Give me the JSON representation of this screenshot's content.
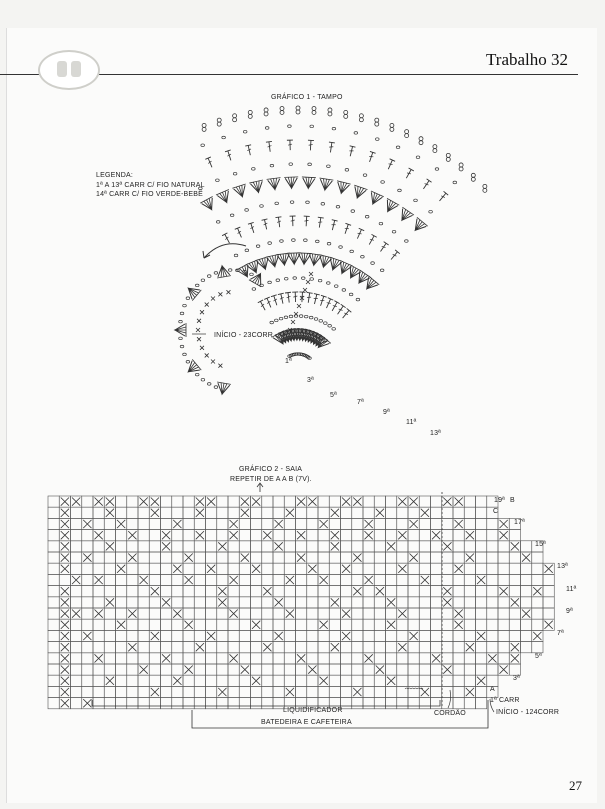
{
  "header": {
    "title": "Trabalho 32",
    "page_number": "27"
  },
  "logo": {
    "icon": "logo-emblem-icon"
  },
  "chart1": {
    "title": "GRÁFICO 1 - TAMPO",
    "legend_title": "LEGENDA:",
    "legend_line1": "1ª A 13ª CARR C/ FIO NATURAL",
    "legend_line2": "14ª CARR C/ FIO VERDE-BEBÊ",
    "start_label": "INÍCIO - 23CORR",
    "row_labels": [
      "1ª",
      "3ª",
      "5ª",
      "7ª",
      "9ª",
      "11ª",
      "13ª"
    ]
  },
  "chart2": {
    "title": "GRÁFICO 2 - SAIA",
    "subtitle": "REPETIR DE A A B (7V).",
    "row_labels": [
      "19ª",
      "17ª",
      "15ª",
      "13ª",
      "11ª",
      "9ª",
      "7ª",
      "5ª",
      "3ª",
      "1ª CARR"
    ],
    "marker_b": "B",
    "marker_c": "C",
    "marker_a": "A",
    "bracket_liquidificador": "LIQUIDIFICADOR",
    "bracket_batedeira": "BATEDEIRA E CAFETEIRA",
    "cordao_label": "CORDÃO",
    "start_label": "INÍCIO - 124CORR"
  }
}
